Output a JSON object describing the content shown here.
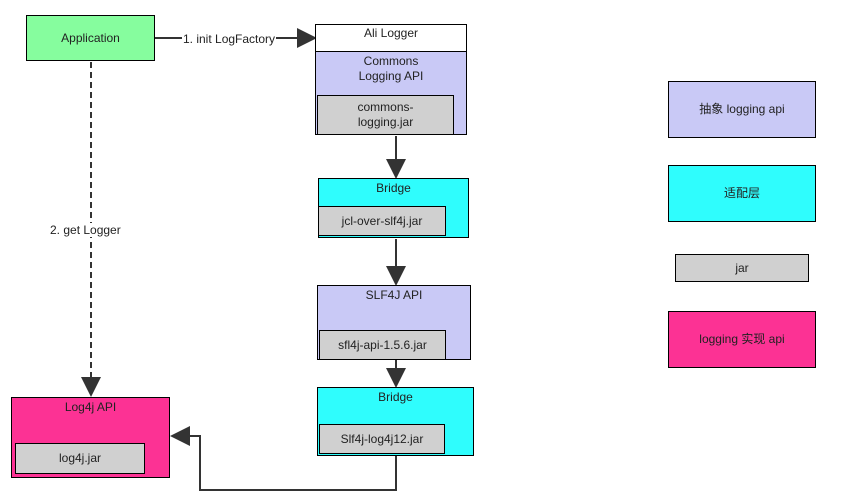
{
  "diagram": {
    "application": "Application",
    "edge_init": "1. init LogFactory",
    "edge_get": "2. get Logger",
    "ali_logger": "Ali Logger",
    "commons_api": "Commons Logging API",
    "commons_jar": "commons-logging.jar",
    "bridge1": "Bridge",
    "jcl_jar": "jcl-over-slf4j.jar",
    "slf4j_api": "SLF4J API",
    "slf4j_jar": "sfl4j-api-1.5.6.jar",
    "bridge2": "Bridge",
    "log4j12_jar": "Slf4j-log4j12.jar",
    "log4j_api": "Log4j API",
    "log4j_jar": "log4j.jar"
  },
  "legend": {
    "abstract": "抽象 logging api",
    "adapter": "适配层",
    "jar": "jar",
    "impl": "logging 实现 api"
  },
  "colors": {
    "api": "#c9c9f6",
    "bridge": "#2ffdfd",
    "jar": "#d0d0d0",
    "impl": "#fc3294",
    "app": "#86fd9e"
  }
}
